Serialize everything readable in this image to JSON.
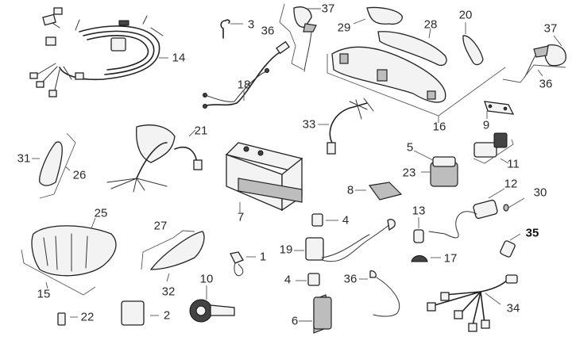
{
  "diagram": {
    "title": "Electrical system exploded parts diagram",
    "labels": {
      "n1": "1",
      "n2": "2",
      "n3": "3",
      "n4a": "4",
      "n4b": "4",
      "n5": "5",
      "n6": "6",
      "n7": "7",
      "n8": "8",
      "n9": "9",
      "n10": "10",
      "n11": "11",
      "n12": "12",
      "n13": "13",
      "n14": "14",
      "n15": "15",
      "n16": "16",
      "n17": "17",
      "n18": "18",
      "n19": "19",
      "n20": "20",
      "n21": "21",
      "n22": "22",
      "n23": "23",
      "n25": "25",
      "n26": "26",
      "n27": "27",
      "n28": "28",
      "n29": "29",
      "n30": "30",
      "n31": "31",
      "n32": "32",
      "n33": "33",
      "n34": "34",
      "n35": "35",
      "n36a": "36",
      "n36b": "36",
      "n36c": "36",
      "n37a": "37",
      "n37b": "37"
    },
    "parts": [
      {
        "id": "main-wiring-harness",
        "ref": "14"
      },
      {
        "id": "key-clip",
        "ref": "3"
      },
      {
        "id": "left-handlebar-switch",
        "ref": "37"
      },
      {
        "id": "instrument-cluster-assembly",
        "ref": "16"
      },
      {
        "id": "right-handlebar-switch",
        "ref": "37"
      },
      {
        "id": "battery",
        "ref": "7"
      },
      {
        "id": "headlight",
        "ref": "15"
      },
      {
        "id": "turn-indicator",
        "ref": "32"
      },
      {
        "id": "horn",
        "ref": "10"
      },
      {
        "id": "regulator",
        "ref": "8"
      },
      {
        "id": "cdi-unit",
        "ref": "6"
      },
      {
        "id": "ignition-coil",
        "ref": "12"
      },
      {
        "id": "spark-plug-cap",
        "ref": "13"
      },
      {
        "id": "sub-harness",
        "ref": "34"
      }
    ]
  }
}
